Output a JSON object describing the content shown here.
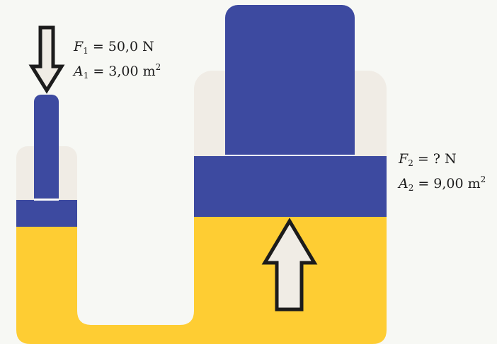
{
  "colors": {
    "background": "#f7f8f4",
    "fluid": "#fecd33",
    "piston": "#3d4aa0",
    "cylinder_wall": "#f0ece5",
    "arrow_fill": "#f0ece5",
    "arrow_stroke": "#1c1c1c"
  },
  "left": {
    "force_symbol": "F",
    "force_sub": "1",
    "force_value": "50,0 N",
    "area_symbol": "A",
    "area_sub": "1",
    "area_value": "3,00 m",
    "area_exp": "2"
  },
  "right": {
    "force_symbol": "F",
    "force_sub": "2",
    "force_value": "? N",
    "area_symbol": "A",
    "area_sub": "2",
    "area_value": "9,00 m",
    "area_exp": "2"
  },
  "equals_sign": "="
}
